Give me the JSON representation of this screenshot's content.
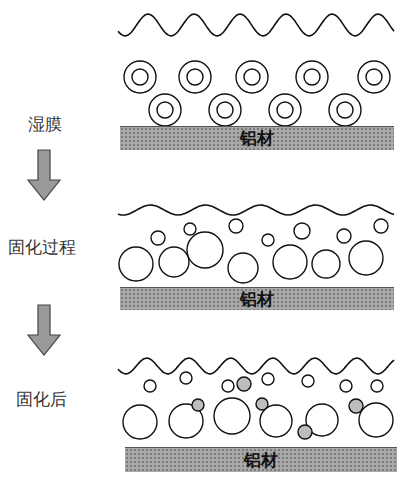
{
  "diagram": {
    "nodes": [
      {
        "text": [
          "铝材"
        ]
      },
      {
        "text": [
          "铝材"
        ]
      },
      {
        "text": [
          "铝材"
        ]
      }
    ],
    "labels": [
      "湿膜",
      "固化过程",
      "固化后"
    ]
  }
}
